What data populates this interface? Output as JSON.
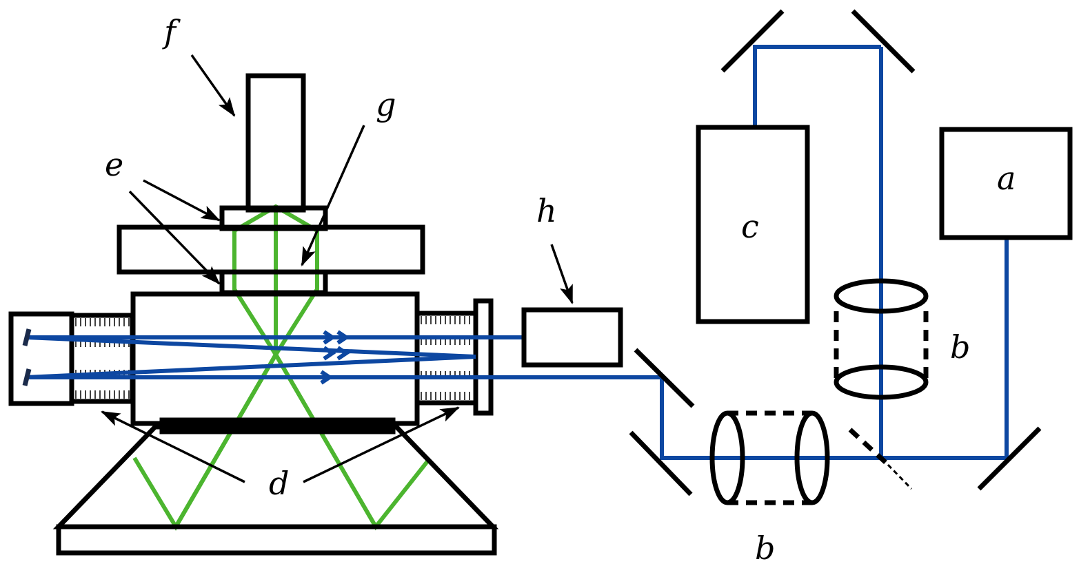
{
  "diagram": {
    "labels": {
      "a": "a",
      "b_lens_vertical": "b",
      "b_lens_horizontal": "b",
      "c": "c",
      "d": "d",
      "e": "e",
      "f": "f",
      "g": "g",
      "h": "h"
    },
    "colors": {
      "outline": "#000000",
      "laser_beam": "#0d47a1",
      "sample_beam": "#4cb52f",
      "background": "#ffffff"
    }
  }
}
